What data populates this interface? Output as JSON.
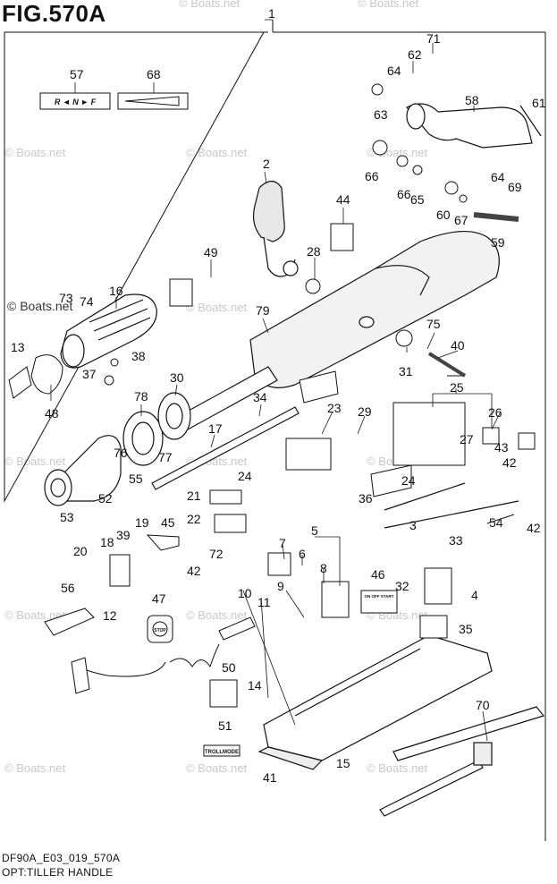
{
  "figure": {
    "title": "FIG.570A",
    "code": "DF90A_E03_019_570A",
    "caption": "OPT:TILLER HANDLE"
  },
  "watermark": "© Boats.net",
  "decals": {
    "shift_label": "R ◄ N ► F",
    "stop_label": "STOP",
    "trollmode_label": "TROLLMODE",
    "switch_label": "ON OFF START"
  },
  "callouts": [
    "1",
    "2",
    "3",
    "4",
    "5",
    "6",
    "7",
    "8",
    "9",
    "10",
    "11",
    "12",
    "13",
    "14",
    "15",
    "16",
    "17",
    "18",
    "19",
    "20",
    "21",
    "22",
    "23",
    "24",
    "24",
    "25",
    "26",
    "27",
    "28",
    "29",
    "30",
    "31",
    "32",
    "33",
    "34",
    "35",
    "36",
    "37",
    "38",
    "39",
    "40",
    "41",
    "42",
    "42",
    "42",
    "43",
    "44",
    "45",
    "46",
    "47",
    "48",
    "49",
    "50",
    "51",
    "52",
    "53",
    "54",
    "55",
    "56",
    "57",
    "58",
    "59",
    "60",
    "61",
    "62",
    "63",
    "64",
    "64",
    "65",
    "66",
    "66",
    "67",
    "68",
    "69",
    "70",
    "71",
    "72",
    "73",
    "74",
    "75",
    "76",
    "77",
    "78",
    "79"
  ]
}
